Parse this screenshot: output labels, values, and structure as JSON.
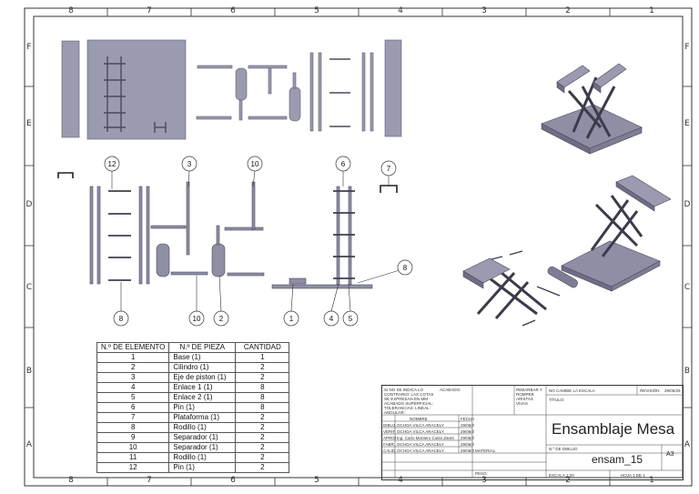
{
  "border": {
    "top_cols": [
      "8",
      "7",
      "6",
      "5",
      "4",
      "3",
      "2",
      "1"
    ],
    "bottom_cols": [
      "8",
      "7",
      "6",
      "5",
      "4",
      "3",
      "2",
      "1"
    ],
    "left_rows": [
      "F",
      "E",
      "D",
      "C",
      "B",
      "A"
    ],
    "right_rows": [
      "F",
      "E",
      "D",
      "C",
      "B",
      "A"
    ]
  },
  "balloons": [
    "12",
    "3",
    "10",
    "6",
    "7",
    "8",
    "8",
    "10",
    "2",
    "1",
    "4",
    "5"
  ],
  "bom": {
    "headers": [
      "N.º DE ELEMENTO",
      "N.º DE PIEZA",
      "CANTIDAD"
    ],
    "rows": [
      {
        "n": "1",
        "pieza": "Base (1)",
        "cant": "1"
      },
      {
        "n": "2",
        "pieza": "Cilindro (1)",
        "cant": "2"
      },
      {
        "n": "3",
        "pieza": "Eje de piston (1)",
        "cant": "2"
      },
      {
        "n": "4",
        "pieza": "Enlace 1 (1)",
        "cant": "8"
      },
      {
        "n": "5",
        "pieza": "Enlace 2 (1)",
        "cant": "8"
      },
      {
        "n": "6",
        "pieza": "Pin (1)",
        "cant": "8"
      },
      {
        "n": "7",
        "pieza": "Plataforma (1)",
        "cant": "2"
      },
      {
        "n": "8",
        "pieza": "Rodillo (1)",
        "cant": "2"
      },
      {
        "n": "9",
        "pieza": "Separador (1)",
        "cant": "2"
      },
      {
        "n": "10",
        "pieza": "Separador (1)",
        "cant": "2"
      },
      {
        "n": "11",
        "pieza": "Rodillo (1)",
        "cant": "2"
      },
      {
        "n": "12",
        "pieza": "Pin (1)",
        "cant": "2"
      }
    ]
  },
  "title_block": {
    "note": "SI NO SE INDICA LO CONTRARIO: LAS COTAS SE EXPRESAN EN MM ACABADO SUPERFICIAL: TOLERANCIAS: LINEAL: ANGULAR:",
    "acabado": "ACABADO:",
    "rebarbar": "REBARBAR Y ROMPER ARISTAS VIVAS",
    "no_cambie": "NO CAMBIE LA ESCALA",
    "revision": "REVISIÓN",
    "revision_date": "29/06/25",
    "nombre": "NOMBRE",
    "fecha": "FECHA",
    "rows": [
      {
        "role": "DIBUJ.",
        "name": "OCHOA VILCA ARACELY",
        "date": "29/06/25"
      },
      {
        "role": "VERIF.",
        "name": "OCHOA VILCA ARACELY",
        "date": "29/06/25"
      },
      {
        "role": "APROB.",
        "name": "Ing. Carlo Montero Cotini Zanet",
        "date": "29/06/25"
      },
      {
        "role": "FABR.",
        "name": "OCHOA VILCA ARACELY",
        "date": "29/06/25"
      },
      {
        "role": "CALID.",
        "name": "OCHOA VILCA ARACELY",
        "date": "29/06/25"
      }
    ],
    "material": "MATERIAL:",
    "peso": "PESO:",
    "titulo_label": "TÍTULO:",
    "titulo": "Ensamblaje Mesa",
    "n_dibujo_label": "N.º DE DIBUJO",
    "n_dibujo": "ensam_15",
    "size": "A3",
    "escala": "ESCALA:1:20",
    "hoja": "HOJA 1 DE 1"
  },
  "colors": {
    "part": "#8e8fa5",
    "part_dark": "#5d5e72",
    "line": "#222222"
  }
}
